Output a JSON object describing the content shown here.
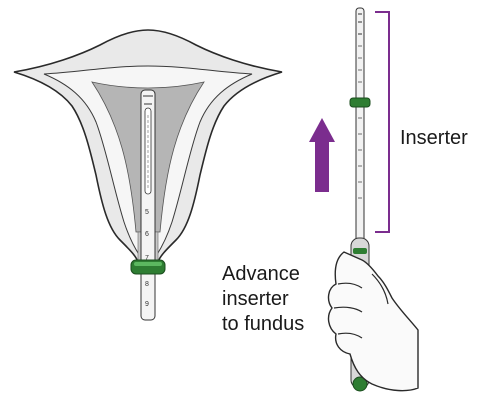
{
  "labels": {
    "inserter": "Inserter",
    "instruction_lines": [
      "Advance",
      "inserter",
      "to fundus"
    ]
  },
  "scale_marks": [
    "5",
    "6",
    "7",
    "8",
    "9"
  ],
  "colors": {
    "purple_arrow": "#7b2d8e",
    "bracket": "#7b2d8e",
    "flange_green": "#2e7d32",
    "uterus_fill": "#e8e8e8",
    "cavity_fill": "#b5b5b5",
    "outline": "#2a2a2a"
  },
  "icons": {
    "arrow": "up-arrow-icon",
    "hand": "gloved-hand-icon"
  }
}
